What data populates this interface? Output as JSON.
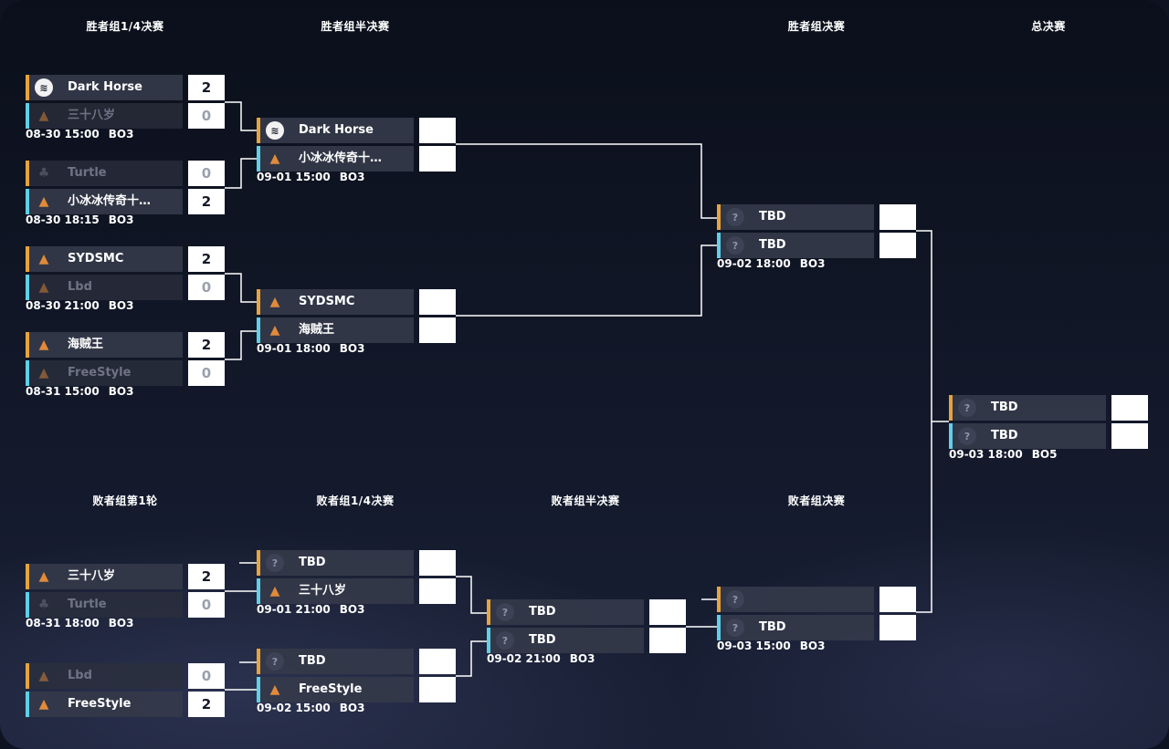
{
  "titles": {
    "wb_qf": "胜者组1/4决赛",
    "wb_sf": "胜者组半决赛",
    "wb_f": "胜者组决赛",
    "gf": "总决赛",
    "lb_r1": "败者组第1轮",
    "lb_qf": "败者组1/4决赛",
    "lb_sf": "败者组半决赛",
    "lb_f": "败者组决赛"
  },
  "matches": {
    "wqf1": {
      "teams": [
        {
          "name": "Dark Horse",
          "score": "2",
          "logo": "dark-horse-logo",
          "status": "winner"
        },
        {
          "name": "三十八岁",
          "score": "0",
          "logo": "team-logo",
          "status": "loser"
        }
      ],
      "time": "08-30 15:00",
      "format": "BO3"
    },
    "wqf2": {
      "teams": [
        {
          "name": "Turtle",
          "score": "0",
          "logo": "turtle-logo",
          "status": "loser"
        },
        {
          "name": "小冰冰传奇十…",
          "score": "2",
          "logo": "team-logo",
          "status": "winner"
        }
      ],
      "time": "08-30 18:15",
      "format": "BO3"
    },
    "wqf3": {
      "teams": [
        {
          "name": "SYDSMC",
          "score": "2",
          "logo": "team-logo",
          "status": "winner"
        },
        {
          "name": "Lbd",
          "score": "0",
          "logo": "team-logo",
          "status": "loser"
        }
      ],
      "time": "08-30 21:00",
      "format": "BO3"
    },
    "wqf4": {
      "teams": [
        {
          "name": "海贼王",
          "score": "2",
          "logo": "team-logo",
          "status": "winner"
        },
        {
          "name": "FreeStyle",
          "score": "0",
          "logo": "team-logo",
          "status": "loser"
        }
      ],
      "time": "08-31 15:00",
      "format": "BO3"
    },
    "wsf1": {
      "teams": [
        {
          "name": "Dark Horse",
          "score": "",
          "logo": "dark-horse-logo",
          "status": "pending"
        },
        {
          "name": "小冰冰传奇十…",
          "score": "",
          "logo": "team-logo",
          "status": "pending"
        }
      ],
      "time": "09-01 15:00",
      "format": "BO3"
    },
    "wsf2": {
      "teams": [
        {
          "name": "SYDSMC",
          "score": "",
          "logo": "team-logo",
          "status": "pending"
        },
        {
          "name": "海贼王",
          "score": "",
          "logo": "team-logo",
          "status": "pending"
        }
      ],
      "time": "09-01 18:00",
      "format": "BO3"
    },
    "wf": {
      "teams": [
        {
          "name": "TBD",
          "score": "",
          "logo": "unknown-logo",
          "status": "pending"
        },
        {
          "name": "TBD",
          "score": "",
          "logo": "unknown-logo",
          "status": "pending"
        }
      ],
      "time": "09-02 18:00",
      "format": "BO3"
    },
    "gf": {
      "teams": [
        {
          "name": "TBD",
          "score": "",
          "logo": "unknown-logo",
          "status": "pending"
        },
        {
          "name": "TBD",
          "score": "",
          "logo": "unknown-logo",
          "status": "pending"
        }
      ],
      "time": "09-03 18:00",
      "format": "BO5"
    },
    "lr1a": {
      "teams": [
        {
          "name": "三十八岁",
          "score": "2",
          "logo": "team-logo",
          "status": "winner"
        },
        {
          "name": "Turtle",
          "score": "0",
          "logo": "turtle-logo",
          "status": "loser"
        }
      ],
      "time": "08-31 18:00",
      "format": "BO3"
    },
    "lr1b": {
      "teams": [
        {
          "name": "Lbd",
          "score": "0",
          "logo": "team-logo",
          "status": "loser"
        },
        {
          "name": "FreeStyle",
          "score": "2",
          "logo": "team-logo",
          "status": "winner"
        }
      ],
      "time": "",
      "format": ""
    },
    "lqf1": {
      "teams": [
        {
          "name": "TBD",
          "score": "",
          "logo": "unknown-logo",
          "status": "pending"
        },
        {
          "name": "三十八岁",
          "score": "",
          "logo": "team-logo",
          "status": "pending"
        }
      ],
      "time": "09-01 21:00",
      "format": "BO3"
    },
    "lqf2": {
      "teams": [
        {
          "name": "TBD",
          "score": "",
          "logo": "unknown-logo",
          "status": "pending"
        },
        {
          "name": "FreeStyle",
          "score": "",
          "logo": "team-logo",
          "status": "pending"
        }
      ],
      "time": "09-02 15:00",
      "format": "BO3"
    },
    "lsf": {
      "teams": [
        {
          "name": "TBD",
          "score": "",
          "logo": "unknown-logo",
          "status": "pending"
        },
        {
          "name": "TBD",
          "score": "",
          "logo": "unknown-logo",
          "status": "pending"
        }
      ],
      "time": "09-02 21:00",
      "format": "BO3"
    },
    "lf": {
      "teams": [
        {
          "name": "",
          "score": "",
          "logo": "unknown-logo",
          "status": "pending"
        },
        {
          "name": "TBD",
          "score": "",
          "logo": "unknown-logo",
          "status": "pending"
        }
      ],
      "time": "09-03 15:00",
      "format": "BO3"
    }
  },
  "logo_glyphs": {
    "dark-horse-logo": "≋",
    "team-logo": "▲",
    "unknown-logo": "?",
    "turtle-logo": "♣"
  },
  "colors": {
    "top_slot_bar": "#e8a33d",
    "bottom_slot_bar": "#5fd0e8",
    "connector": "#ffffff"
  }
}
